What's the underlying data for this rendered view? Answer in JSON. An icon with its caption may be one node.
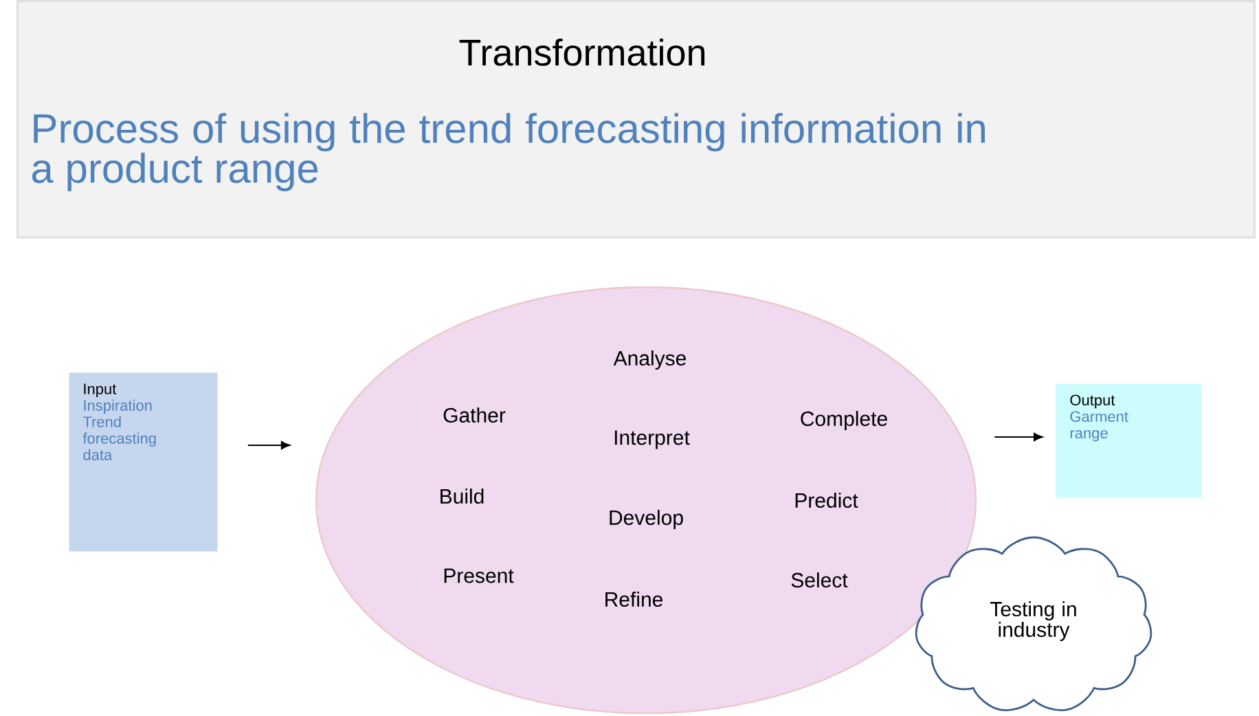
{
  "diagram": {
    "nodes": [
      {
        "text": [
          "Transformation",
          "Process of using the trend forecasting information in a product range"
        ]
      },
      {
        "text": [
          "Input",
          "Inspiration Trend forecasting data"
        ]
      },
      {
        "text": [
          "Analyse",
          "Gather",
          "Interpret",
          "Complete",
          "Build",
          "Develop",
          "Predict",
          "Present",
          "Refine",
          "Select"
        ]
      },
      {
        "text": [
          "Output",
          "Garment range"
        ]
      },
      {
        "text": [
          "Testing in industry"
        ]
      }
    ],
    "edges": [
      {
        "from": 1,
        "to": 2,
        "arrow": "to"
      },
      {
        "from": 2,
        "to": 3,
        "arrow": "to"
      }
    ]
  }
}
